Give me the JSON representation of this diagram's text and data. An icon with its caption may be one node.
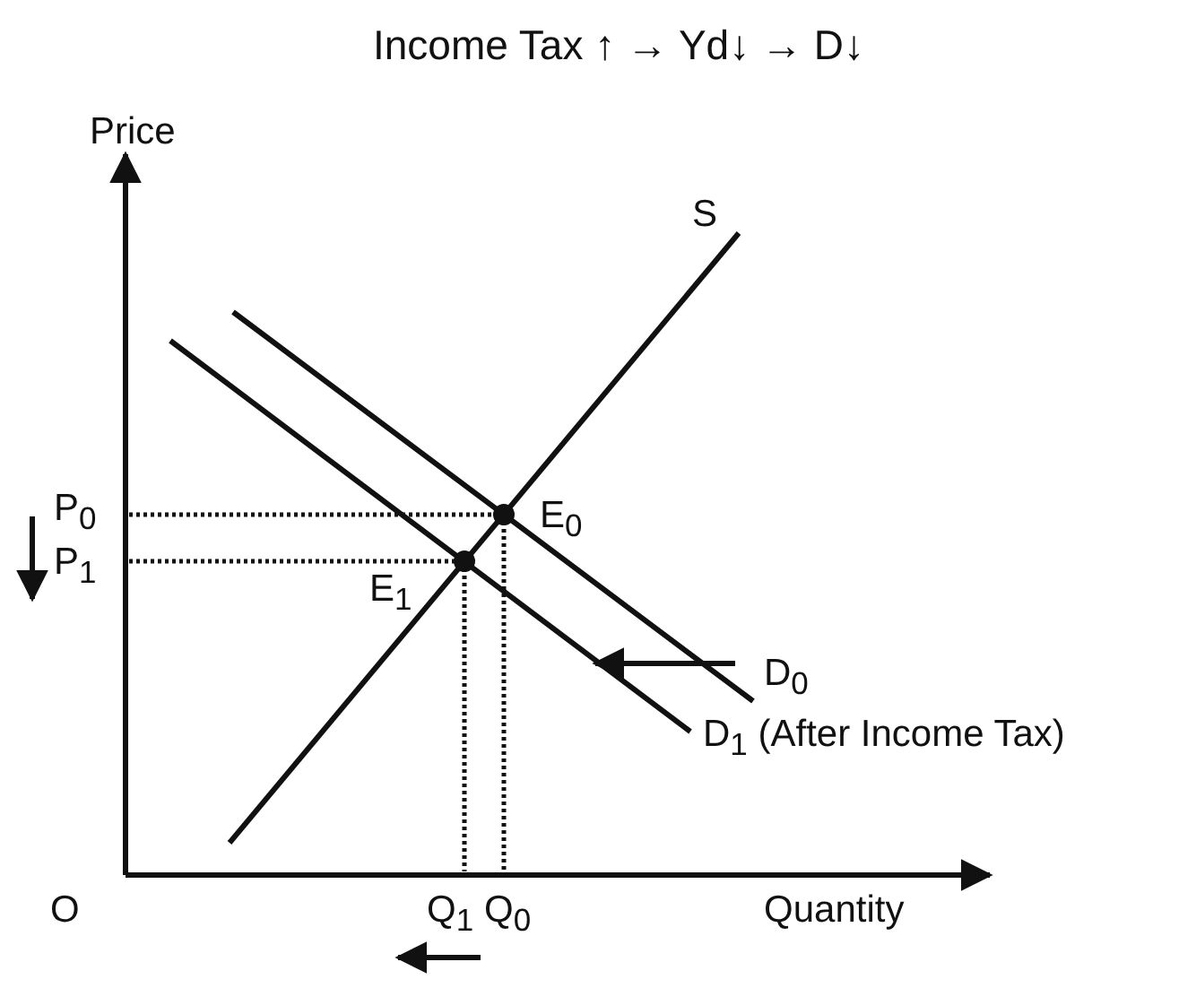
{
  "diagram": {
    "title": "Income Tax ↑ → Yd↓ → D↓",
    "labels": [
      "Price",
      "S",
      "P$_{0}$",
      "E$_{0}$",
      "E$_{1}$",
      "P$_{1}$",
      "D$_{0}$",
      "D$_{1}$ (After Income Tax)",
      "O",
      "Q$_{1}$",
      "Q$_{0}$",
      "Quantity"
    ]
  }
}
